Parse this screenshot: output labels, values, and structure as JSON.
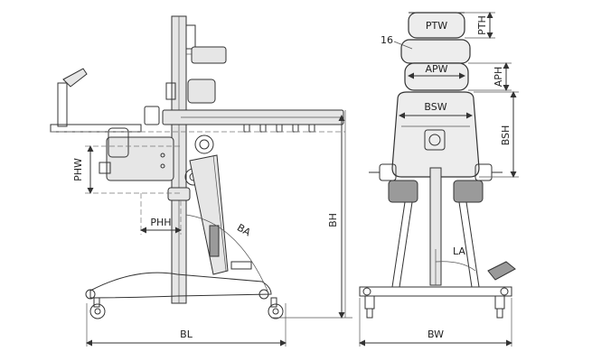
{
  "labels": {
    "phw": "PHW",
    "phh": "PHH",
    "ba": "BA",
    "bh": "BH",
    "bl": "BL",
    "ptw": "PTW",
    "pth": "PTH",
    "part_16": "16",
    "apw": "APW",
    "aph": "APH",
    "bsw": "BSW",
    "bsh": "BSH",
    "la": "LA",
    "bw": "BW"
  }
}
